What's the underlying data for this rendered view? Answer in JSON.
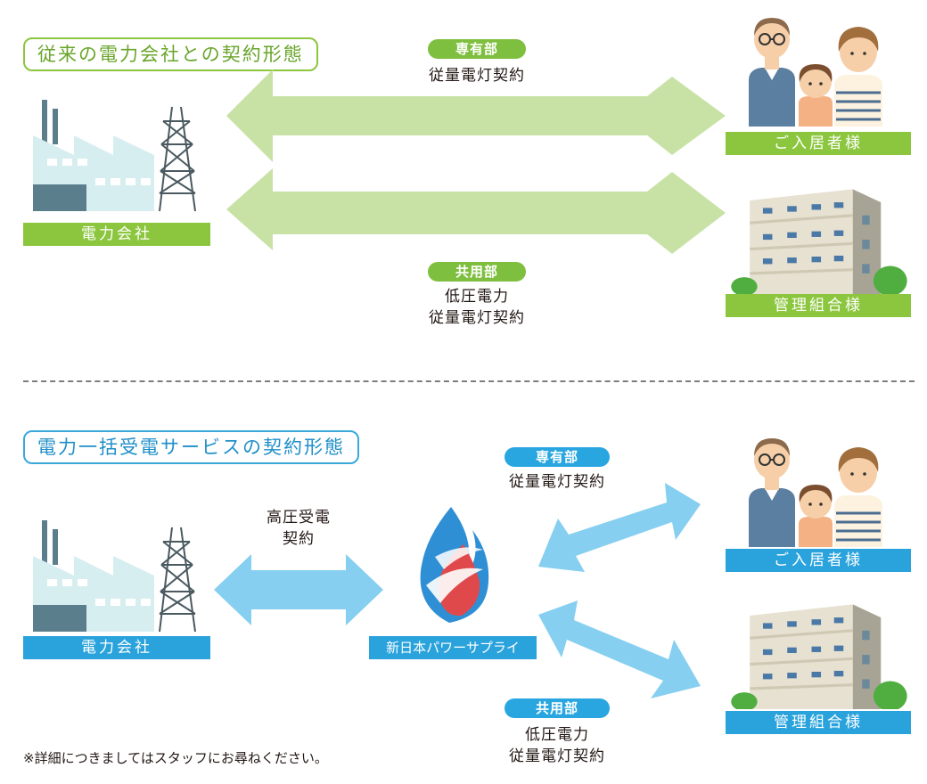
{
  "colors": {
    "green": "#8cc63f",
    "green_arrow": "#c5e0a1",
    "blue": "#2aa3dc",
    "blue_arrow": "#80d0f0",
    "text": "#231815"
  },
  "traditional": {
    "title": "従来の電力会社との契約形態",
    "power_company_label": "電力会社",
    "exclusive": {
      "tag": "専有部",
      "line1": "従量電灯契約"
    },
    "common": {
      "tag": "共用部",
      "line1": "低圧電力",
      "line2": "従量電灯契約"
    },
    "resident_label": "ご入居者様",
    "association_label": "管理組合様"
  },
  "bulk": {
    "title": "電力一括受電サービスの契約形態",
    "power_company_label": "電力会社",
    "high_voltage": {
      "line1": "高圧受電",
      "line2": "契約"
    },
    "supplier_label": "新日本パワーサプライ",
    "exclusive": {
      "tag": "専有部",
      "line1": "従量電灯契約"
    },
    "common": {
      "tag": "共用部",
      "line1": "低圧電力",
      "line2": "従量電灯契約"
    },
    "resident_label": "ご入居者様",
    "association_label": "管理組合様"
  },
  "note": "※詳細につきましてはスタッフにお尋ねください。"
}
